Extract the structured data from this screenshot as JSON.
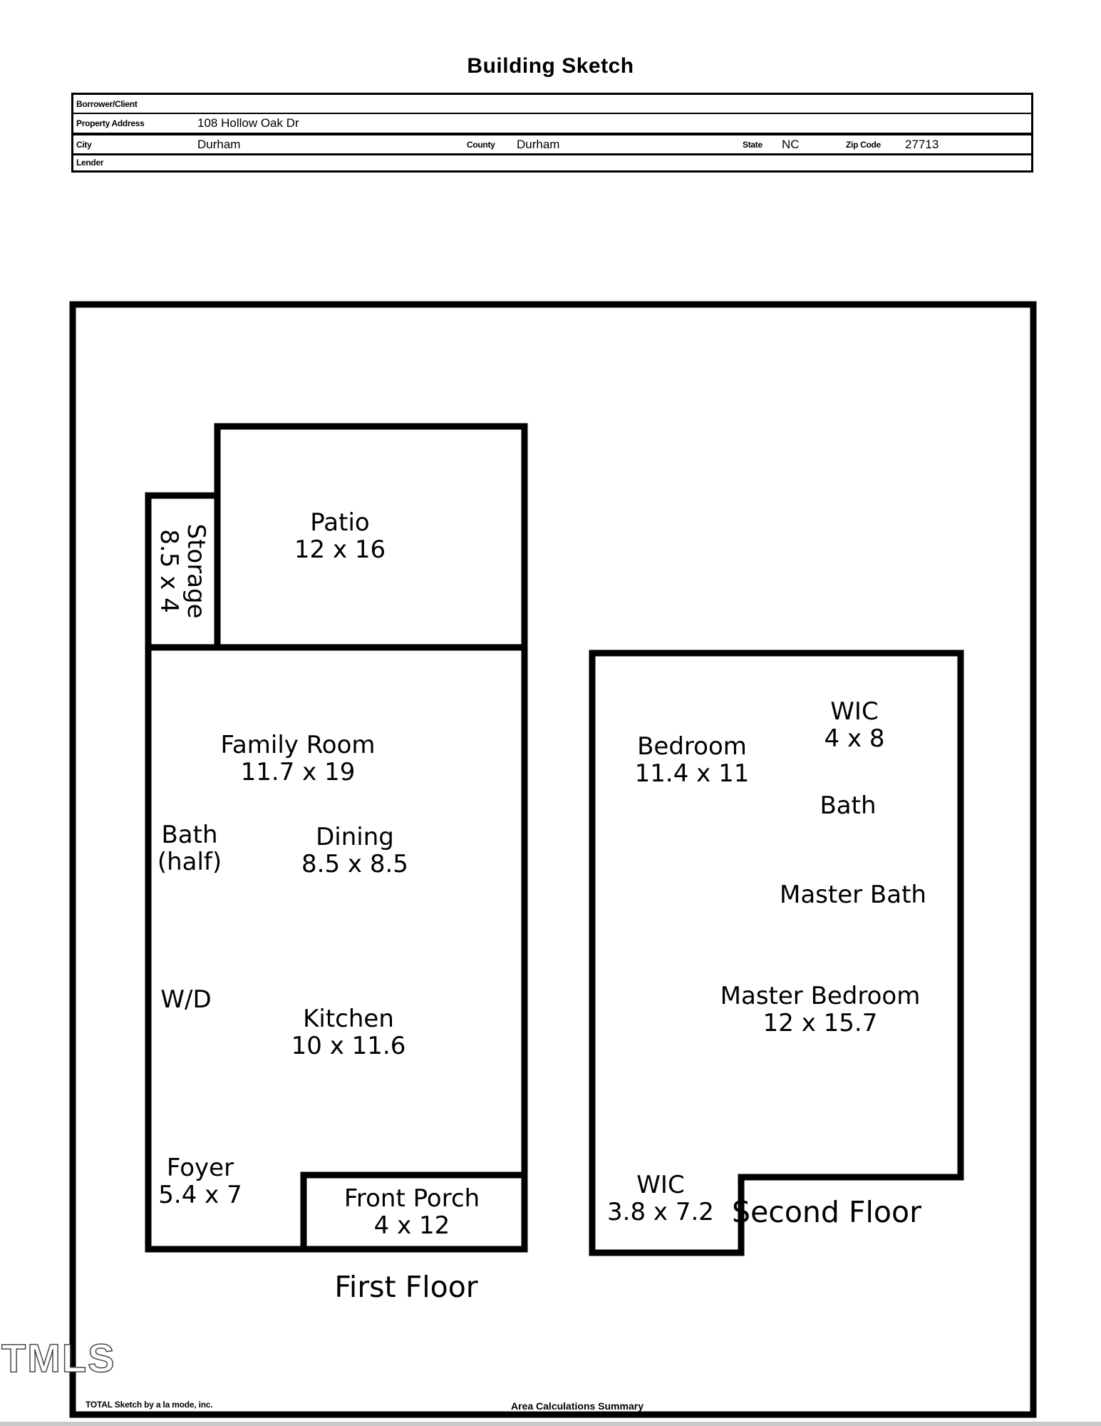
{
  "page": {
    "title": "Building Sketch"
  },
  "header": {
    "borrower_label": "Borrower/Client",
    "borrower": "",
    "property_address_label": "Property Address",
    "property_address": "108 Hollow Oak Dr",
    "city_label": "City",
    "city": "Durham",
    "county_label": "County",
    "county": "Durham",
    "state_label": "State",
    "state": "NC",
    "zip_label": "Zip Code",
    "zip": "27713",
    "lender_label": "Lender",
    "lender": ""
  },
  "floorplan": {
    "first_floor": {
      "caption": "First Floor",
      "rooms": {
        "patio": {
          "name": "Patio",
          "dims": "12 x 16"
        },
        "storage": {
          "name": "Storage",
          "dims": "8.5 x 4"
        },
        "family_room": {
          "name": "Family Room",
          "dims": "11.7 x 19"
        },
        "bath_half": {
          "name": "Bath",
          "dims": "(half)"
        },
        "dining": {
          "name": "Dining",
          "dims": "8.5 x 8.5"
        },
        "washer_dryer": {
          "name": "W/D"
        },
        "kitchen": {
          "name": "Kitchen",
          "dims": "10 x 11.6"
        },
        "foyer": {
          "name": "Foyer",
          "dims": "5.4 x 7"
        },
        "front_porch": {
          "name": "Front Porch",
          "dims": "4 x 12"
        }
      }
    },
    "second_floor": {
      "caption": "Second Floor",
      "rooms": {
        "bedroom": {
          "name": "Bedroom",
          "dims": "11.4 x 11"
        },
        "wic_upper": {
          "name": "WIC",
          "dims": "4 x 8"
        },
        "bath": {
          "name": "Bath"
        },
        "master_bath": {
          "name": "Master Bath"
        },
        "master_bedroom": {
          "name": "Master Bedroom",
          "dims": "12 x 15.7"
        },
        "wic_lower": {
          "name": "WIC",
          "dims": "3.8 x 7.2"
        }
      }
    }
  },
  "footer": {
    "branding": "TOTAL Sketch by a la mode, inc.",
    "summary_heading": "Area Calculations Summary"
  },
  "watermark": "TMLS",
  "colors": {
    "line": "#000000",
    "watermark_outline": "#4a4a4a",
    "bottom_strip": "#c9c9c9"
  }
}
